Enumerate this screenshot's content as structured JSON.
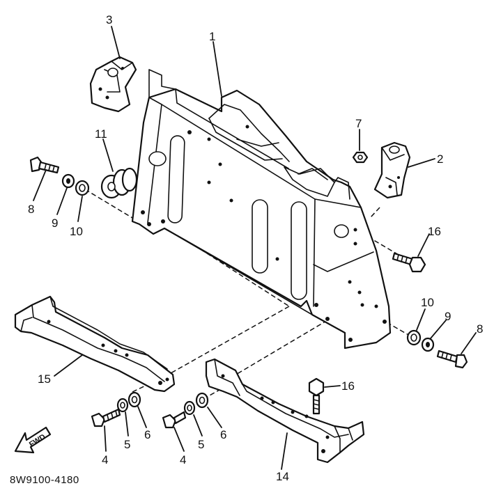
{
  "diagram": {
    "drawing_code": "8W9100-4180",
    "direction_arrow_label": "FWD",
    "callouts": {
      "frame": "1",
      "bracket_right": "2",
      "bracket_left": "3",
      "bolt_lower_left": "4",
      "bolt_lower_mid": "4",
      "lock_washer_left": "5",
      "lock_washer_mid": "5",
      "washer_left": "6",
      "washer_mid": "6",
      "nut": "7",
      "bolt_upper_left": "8",
      "bolt_right": "8",
      "washer_upper_left": "9",
      "washer_right": "9",
      "collar_upper_left": "10",
      "collar_right": "10",
      "damper": "11",
      "rail_right": "14",
      "rail_left": "15",
      "flange_bolt_right": "16",
      "flange_bolt_rail": "16"
    }
  }
}
